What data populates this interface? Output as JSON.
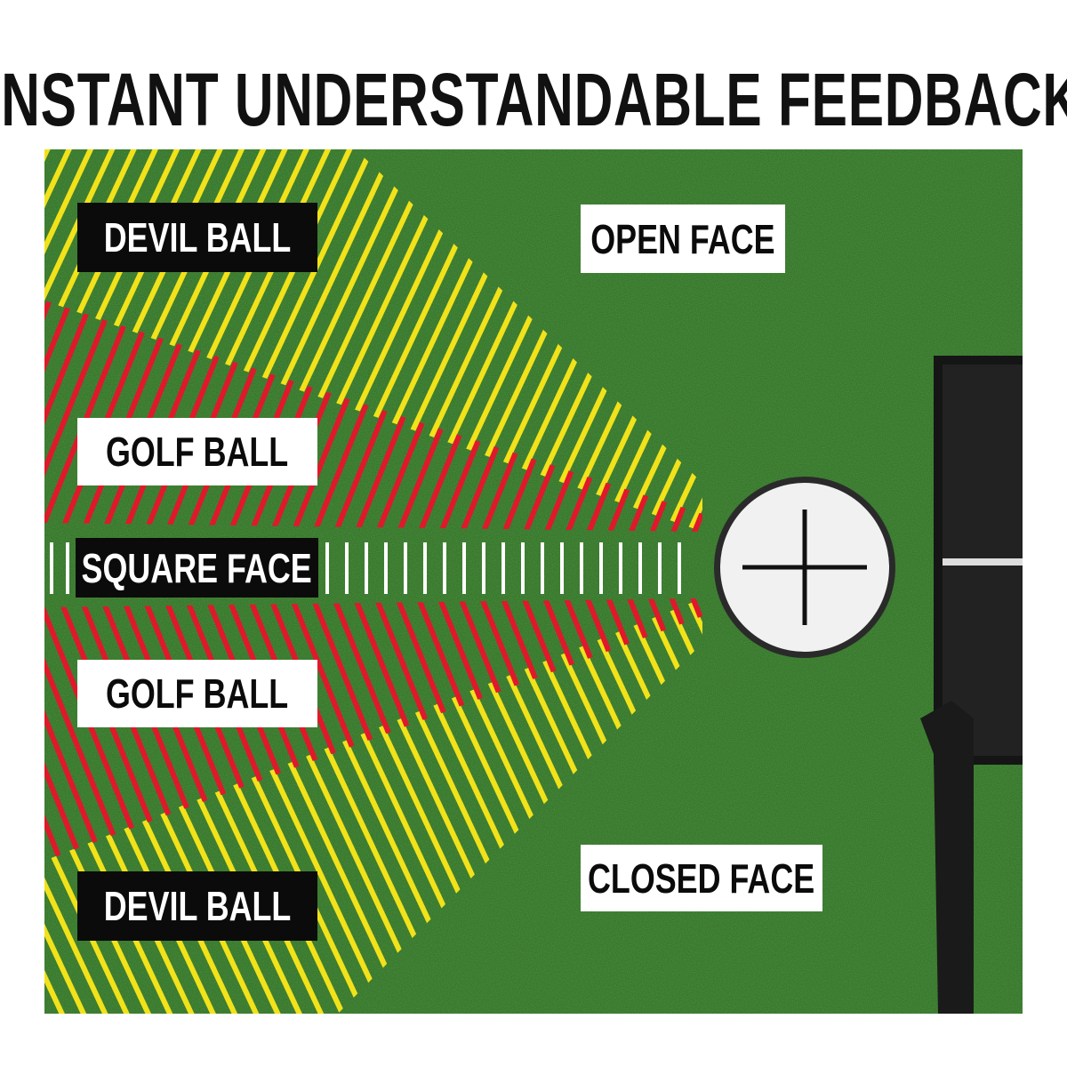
{
  "title": "INSTANT UNDERSTANDABLE FEEDBACK",
  "labels": {
    "devil_ball_top": "DEVIL BALL",
    "open_face": "OPEN FACE",
    "golf_ball_top": "GOLF BALL",
    "square_face": "SQUARE FACE",
    "golf_ball_bottom": "GOLF BALL",
    "devil_ball_bottom": "DEVIL BALL",
    "closed_face": "CLOSED FACE"
  },
  "colors": {
    "grass": "#2f6b22",
    "yellow": "#f2e21a",
    "red": "#e0182b",
    "label_dark": "#0b0b0b",
    "label_light": "#ffffff"
  }
}
